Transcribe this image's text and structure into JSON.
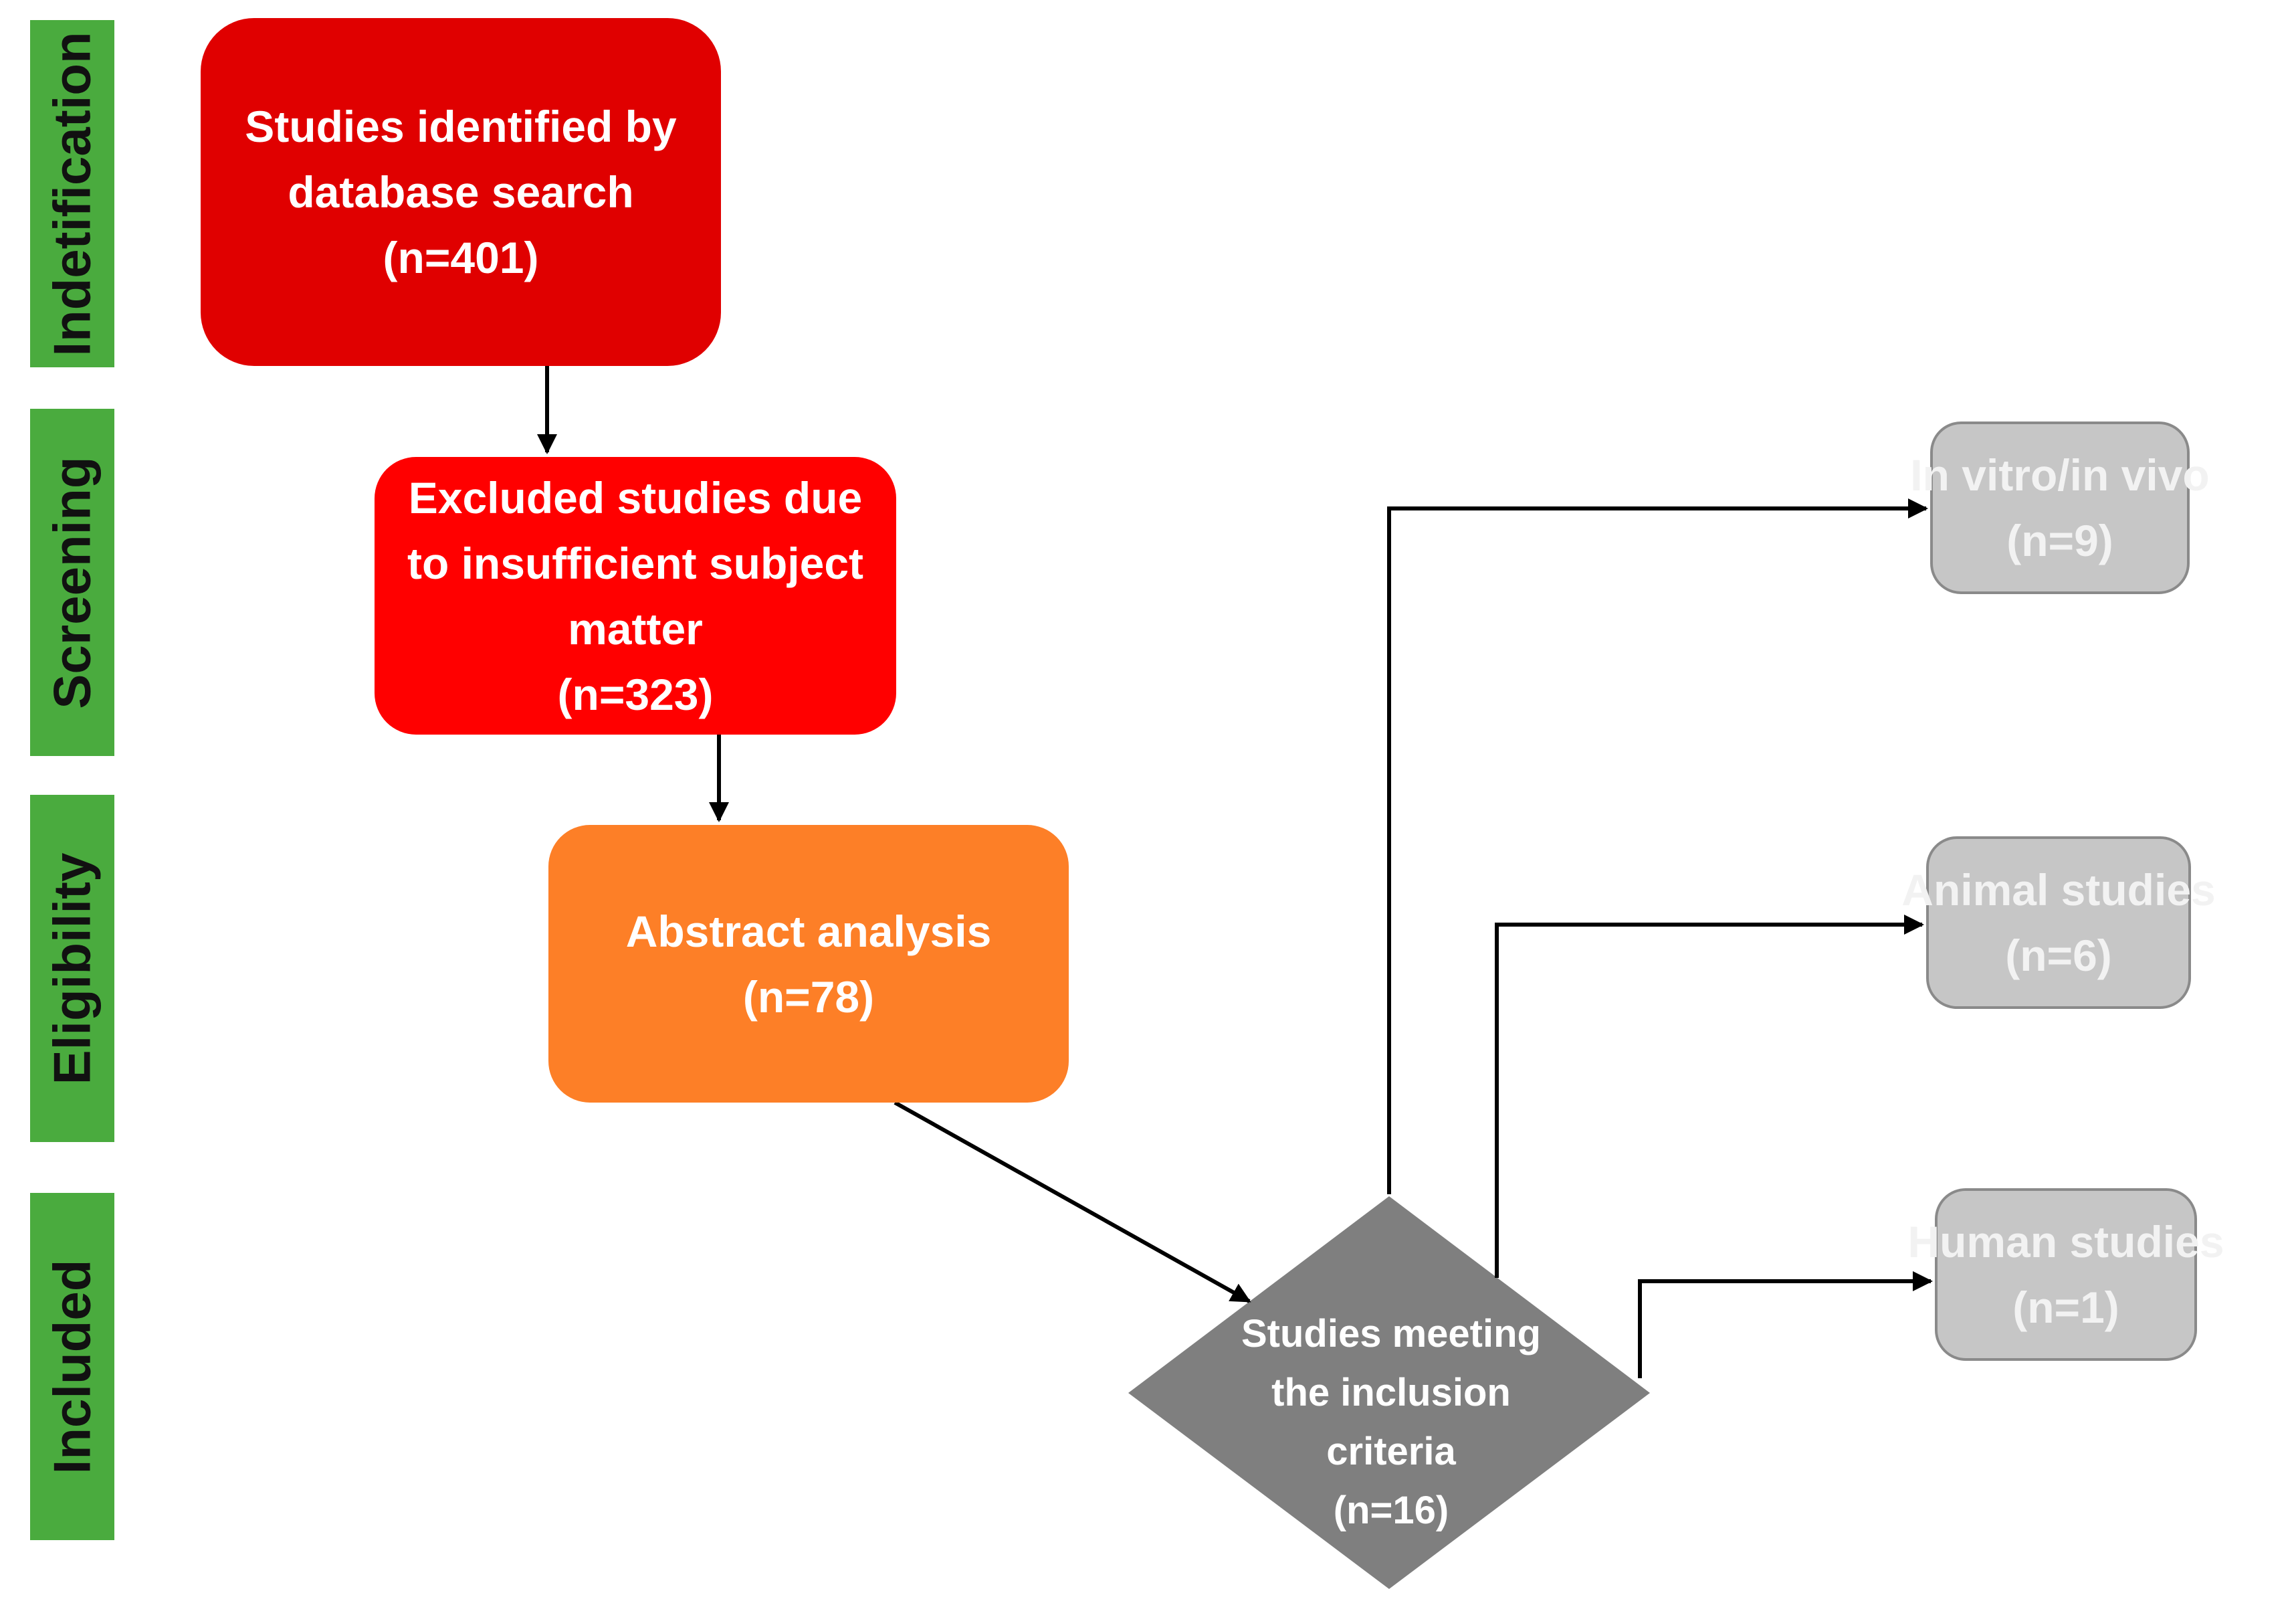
{
  "stages": [
    "Indetification",
    "Screening",
    "Eligibility",
    "Included"
  ],
  "boxes": {
    "identified": {
      "lines": [
        "Studies identified by",
        "database search",
        "(n=401)"
      ],
      "n": 401
    },
    "excluded": {
      "lines": [
        "Excluded studies due",
        "to insufficient subject",
        "matter",
        "(n=323)"
      ],
      "n": 323
    },
    "abstract": {
      "lines": [
        "Abstract analysis",
        "(n=78)"
      ],
      "n": 78
    },
    "inclusion": {
      "lines": [
        "Studies  meeting",
        "the inclusion",
        "criteria",
        "(n=16)"
      ],
      "n": 16
    },
    "invitro": {
      "lines": [
        "In vitro/in vivo",
        "(n=9)"
      ],
      "n": 9
    },
    "animal": {
      "lines": [
        "Animal studies",
        "(n=6)"
      ],
      "n": 6
    },
    "human": {
      "lines": [
        "Human studies",
        "(n=1)"
      ],
      "n": 1
    }
  },
  "colors": {
    "stage_tab": "#4aab3e",
    "identified": "#e00000",
    "excluded": "#ff0000",
    "abstract": "#fd7f27",
    "diamond": "#7f7f7f",
    "outcome_box": "#c6c6c6"
  }
}
